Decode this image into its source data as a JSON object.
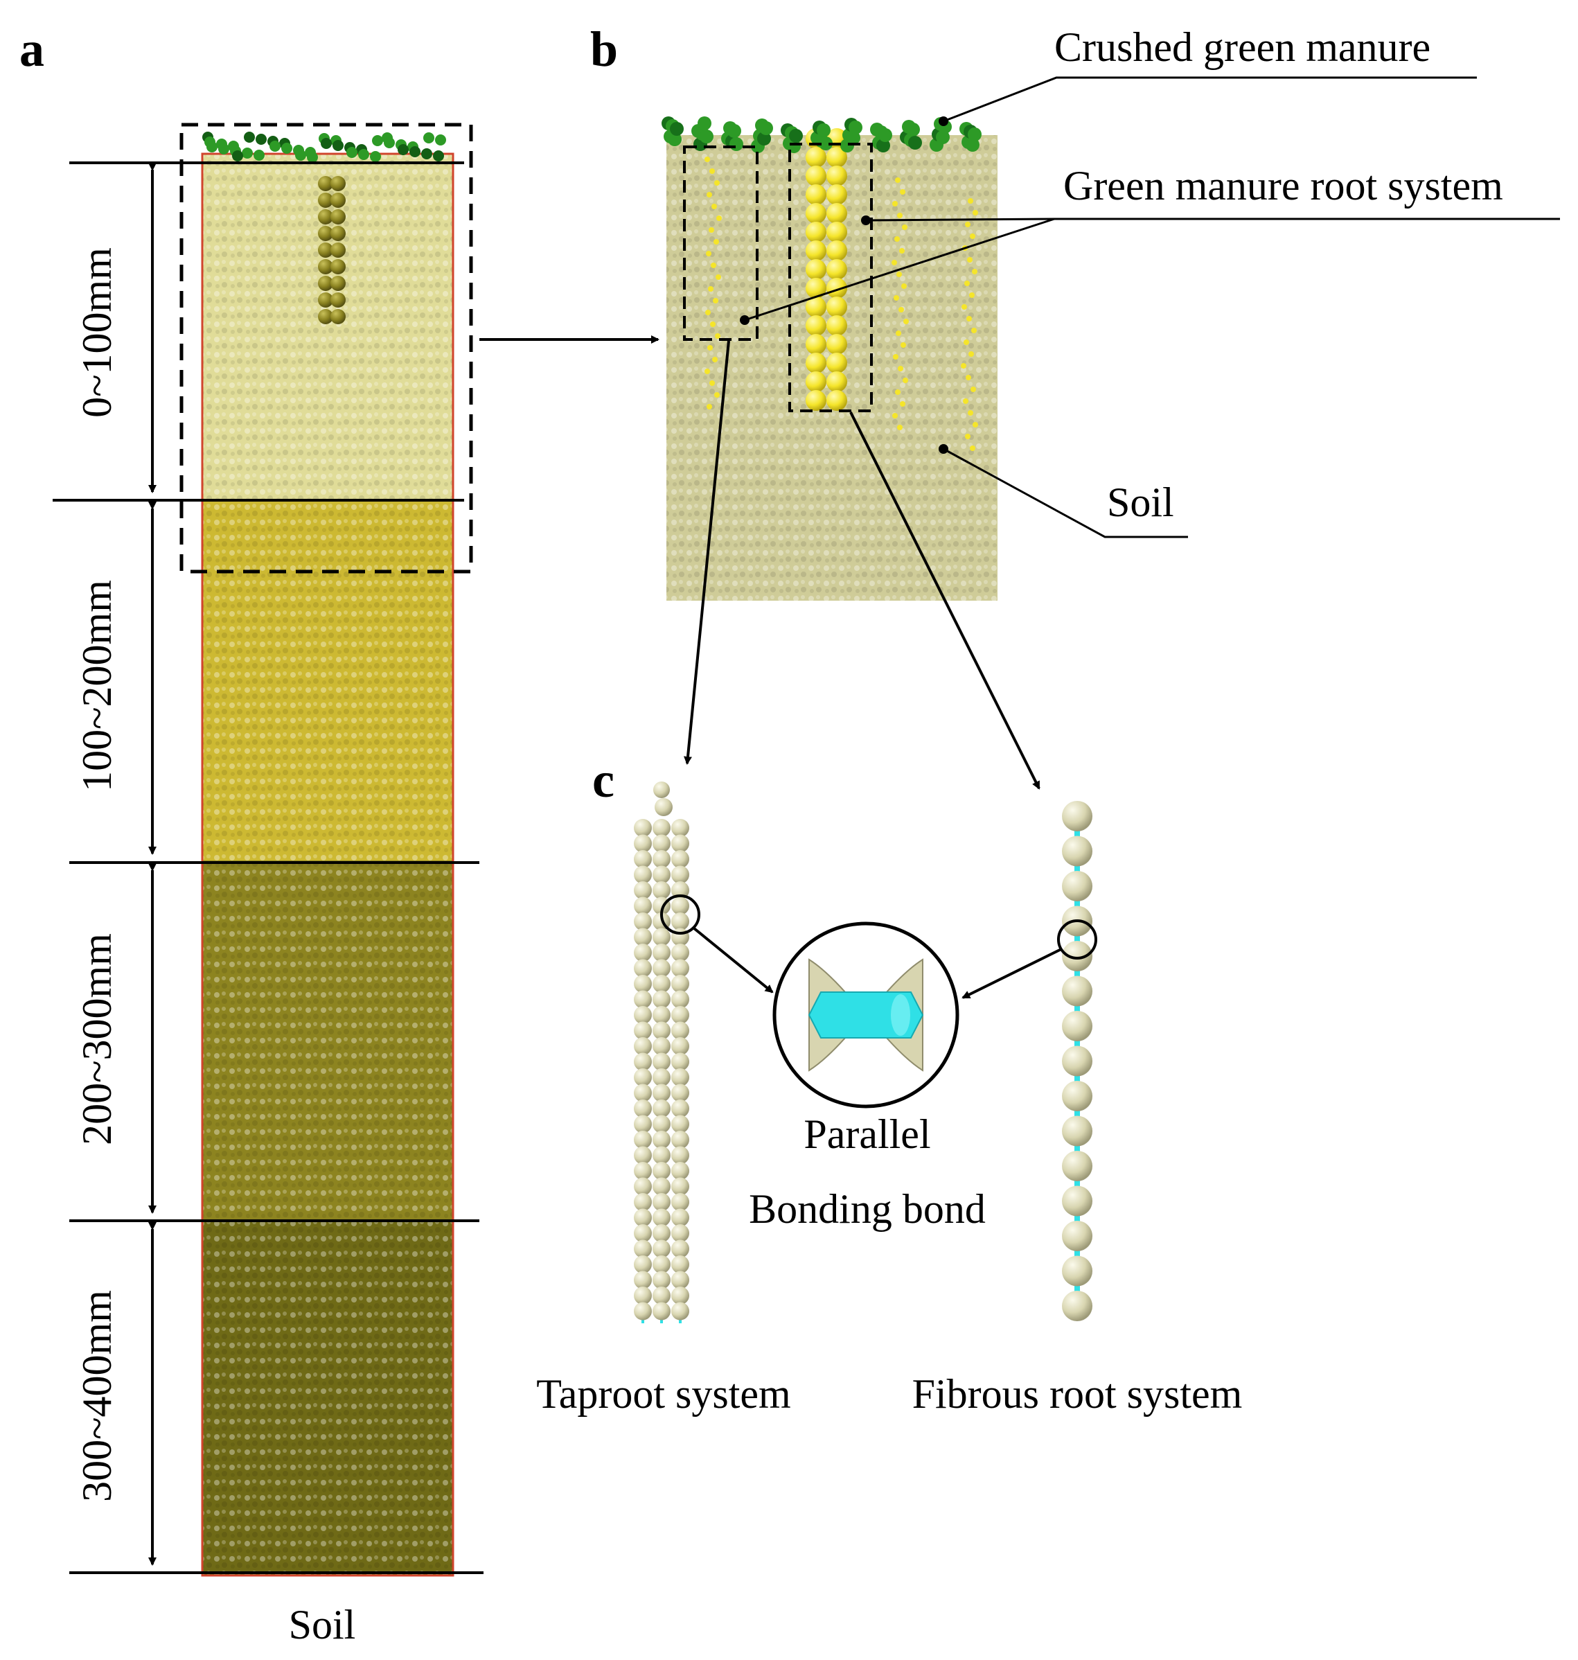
{
  "panels": {
    "a": "a",
    "b": "b",
    "c": "c"
  },
  "panel_a": {
    "depth_labels": [
      "0~100mm",
      "100~200mm",
      "200~300mm",
      "300~400mm"
    ],
    "soil_label": "Soil",
    "layer_colors": [
      "#e0dc98",
      "#cdb932",
      "#8d8420",
      "#6f6a16"
    ]
  },
  "panel_b": {
    "crushed_label": "Crushed  green  manure",
    "root_label": "Green  manure  root  system",
    "soil_label": "Soil",
    "soil_color": "#cfcc98",
    "root_color": "#f5e52a",
    "manure_color": "#2d9a26"
  },
  "panel_c": {
    "taproot_label": "Taproot  system",
    "fibrous_label": "Fibrous  root  system",
    "bond_label_1": "Parallel",
    "bond_label_2": "Bonding  bond",
    "particle_color": "#d8d5b0",
    "bond_color": "#2fe0e6"
  }
}
